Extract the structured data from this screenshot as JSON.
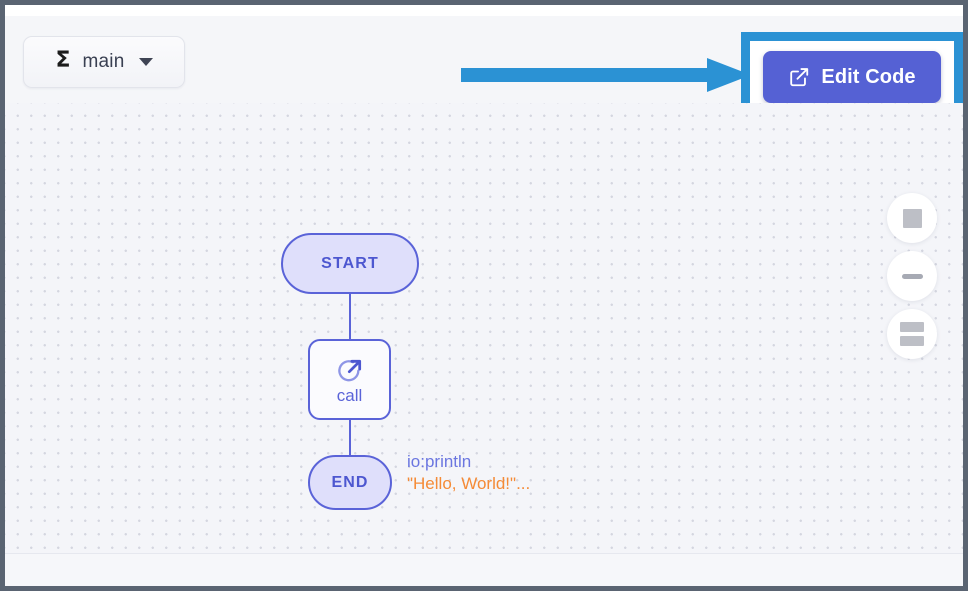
{
  "window": {
    "frame_color": "#5a6472"
  },
  "toolbar": {
    "function_selector": {
      "icon": "sigma-icon",
      "icon_glyph": "Σ",
      "value": "main",
      "caret": "chevron-down-icon"
    },
    "edit_code": {
      "label": "Edit Code",
      "icon": "external-link-icon",
      "background": "#5561d4",
      "text_color": "#ffffff"
    },
    "annotation": {
      "arrow": "right-arrow-annotation",
      "arrow_color": "#2b92d4",
      "highlight_color": "#2b92d4"
    }
  },
  "canvas": {
    "background": "#f4f5f9",
    "dot_color": "#d4d6e0",
    "nodes": [
      {
        "id": "start",
        "label": "START",
        "shape": "pill",
        "fill": "#dfdffb",
        "stroke": "#5a63d8"
      },
      {
        "id": "call",
        "label": "call",
        "shape": "rounded-square",
        "fill": "#fbfbfe",
        "stroke": "#5a63d8",
        "icon": "call-arrow-icon"
      },
      {
        "id": "end",
        "label": "END",
        "shape": "pill",
        "fill": "#dfdffb",
        "stroke": "#5a63d8"
      }
    ],
    "call_annotation": {
      "function": "io:println",
      "function_color": "#6b76e0",
      "argument": "\"Hello, World!\"...",
      "argument_color": "#f58b37"
    },
    "controls": [
      {
        "id": "fit-to-screen",
        "icon": "square-icon"
      },
      {
        "id": "zoom-out",
        "icon": "minus-icon"
      },
      {
        "id": "zoom-bars",
        "icon": "stacked-bars-icon"
      }
    ]
  }
}
